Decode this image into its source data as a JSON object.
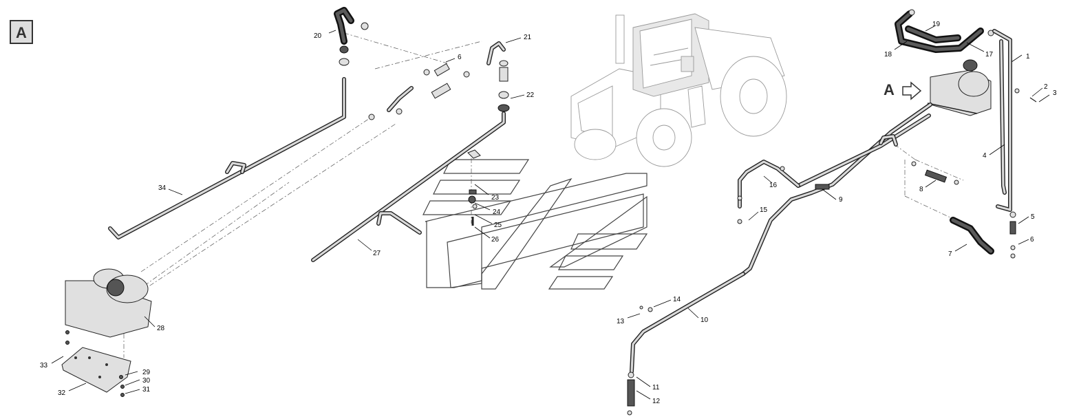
{
  "view_label": "A",
  "arrow_label": "A",
  "callouts": [
    "1",
    "2",
    "3",
    "4",
    "5",
    "6",
    "7",
    "8",
    "9",
    "10",
    "11",
    "12",
    "13",
    "14",
    "15",
    "16",
    "17",
    "18",
    "19",
    "20",
    "21",
    "22",
    "23",
    "24",
    "25",
    "26",
    "27",
    "28",
    "29",
    "30",
    "31",
    "32",
    "33",
    "34",
    "6"
  ]
}
